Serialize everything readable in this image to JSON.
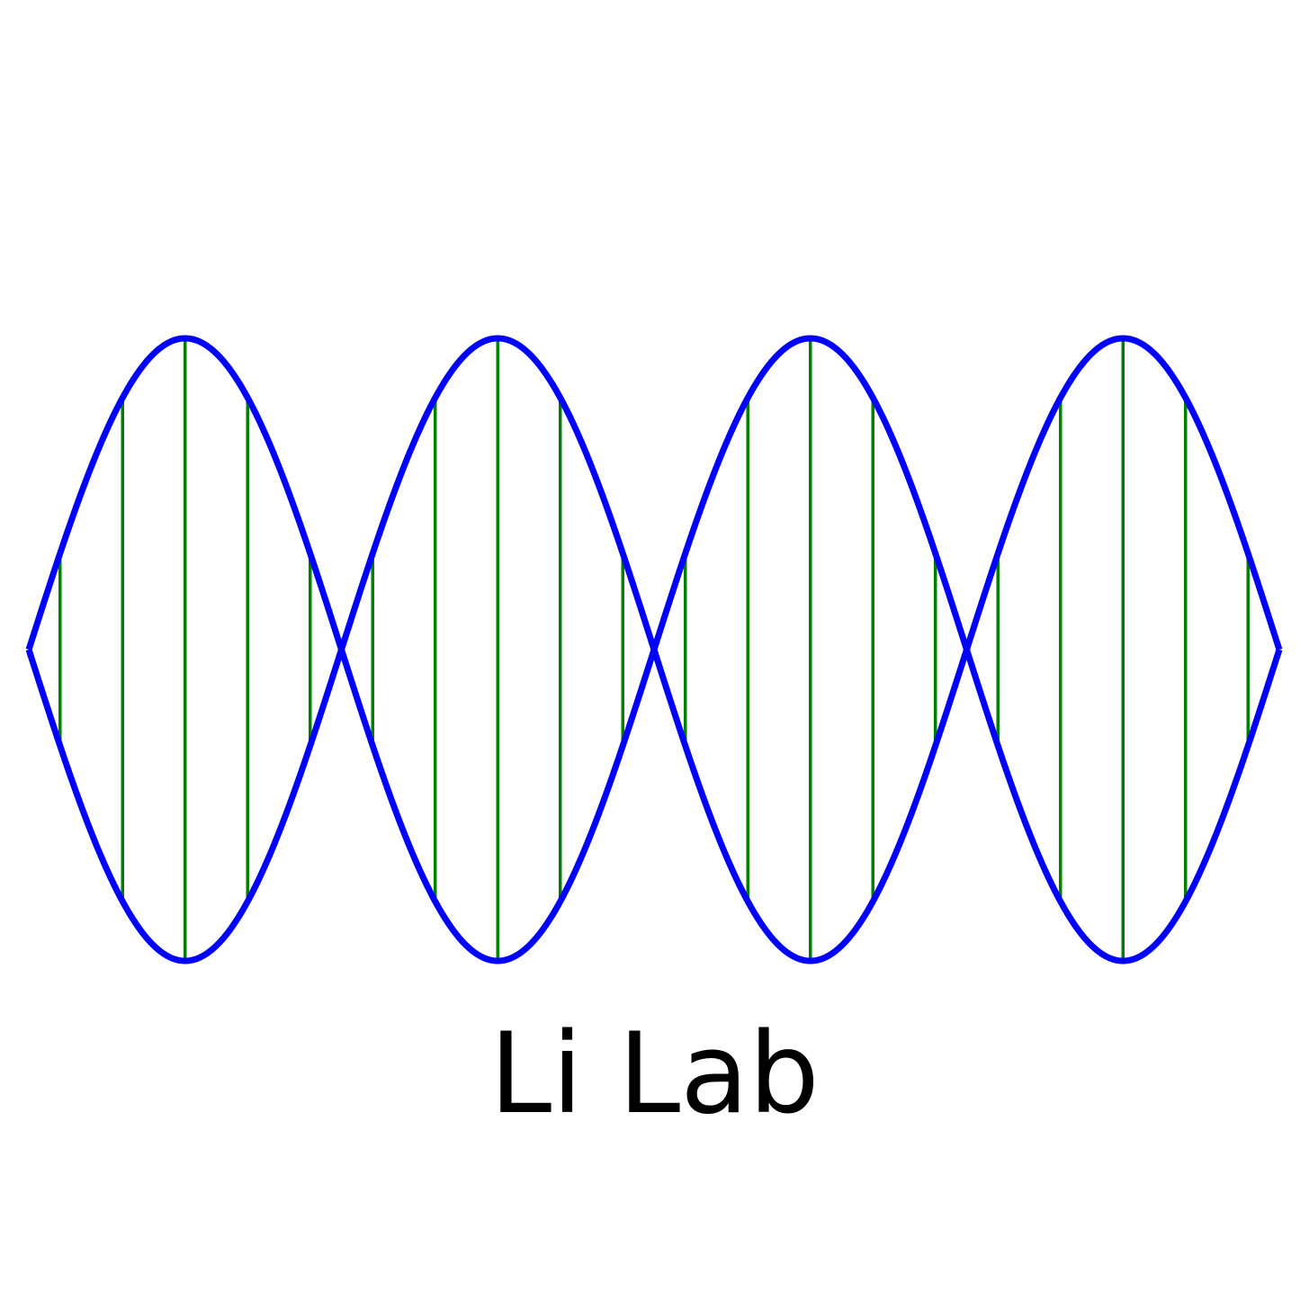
{
  "logo": {
    "text": "Li Lab",
    "colors": {
      "strand": "#0000ff",
      "rung": "#008000",
      "text": "#000000",
      "background": "#ffffff"
    },
    "helix": {
      "periods": 2,
      "rungs_per_period": 10
    }
  }
}
